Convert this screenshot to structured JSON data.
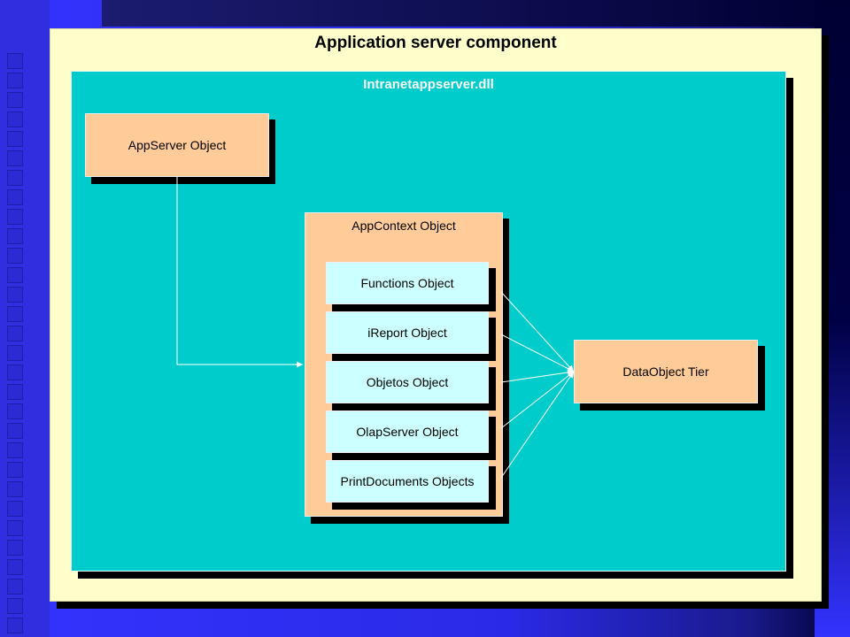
{
  "title": "Application server component",
  "dll": {
    "label": "Intranetappserver.dll"
  },
  "appserver": {
    "label": "AppServer Object"
  },
  "appcontext": {
    "label": "AppContext Object",
    "children": [
      "Functions Object",
      "iReport Object",
      "Objetos Object",
      "OlapServer Object",
      "PrintDocuments Objects"
    ]
  },
  "dataobject": {
    "label": "DataObject Tier"
  },
  "colors": {
    "outer_fill": "#ffffcc",
    "inner_fill": "#00cccc",
    "object_fill": "#ffcc99",
    "sub_object_fill": "#ccffff",
    "background": "#3333ff"
  }
}
